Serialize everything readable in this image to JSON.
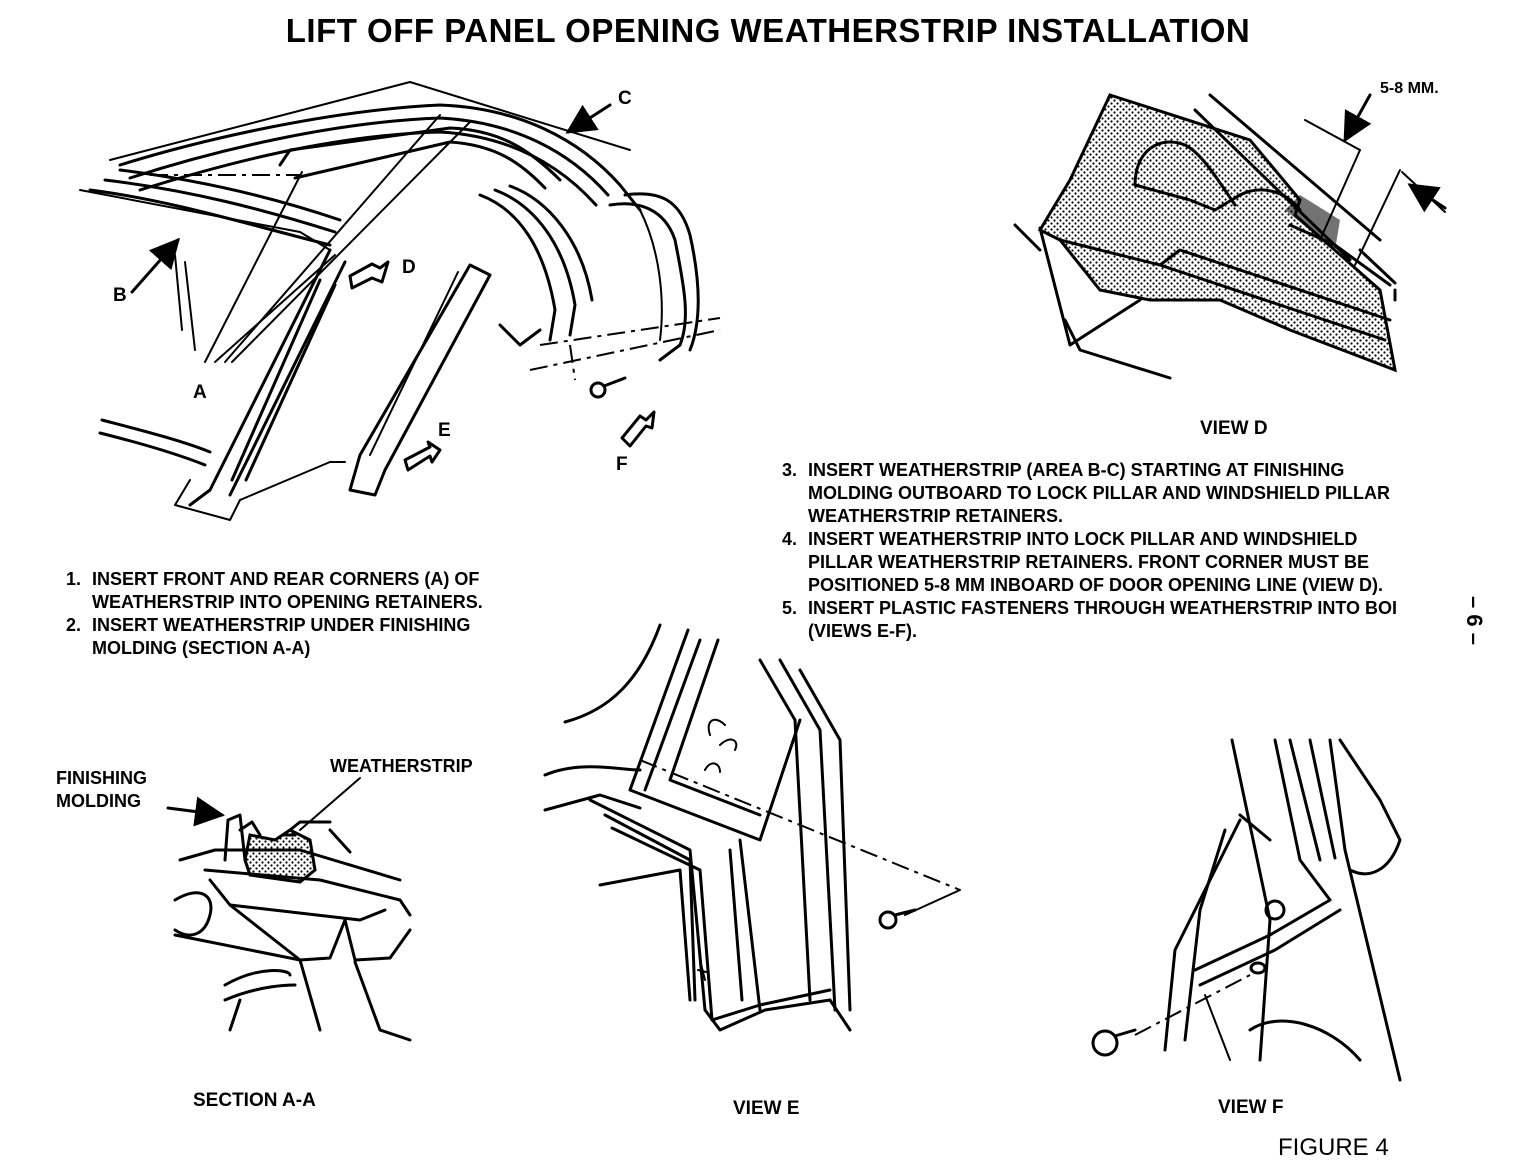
{
  "title": "LIFT OFF PANEL OPENING WEATHERSTRIP INSTALLATION",
  "labels": {
    "a": "A",
    "b": "B",
    "c": "C",
    "d": "D",
    "e": "E",
    "f": "F",
    "mm": "5-8 mm.",
    "finishing_1": "FINISHING",
    "finishing_2": "MOLDING",
    "weatherstrip": "WEATHERSTRIP"
  },
  "captions": {
    "view_d": "VIEW D",
    "section_aa": "SECTION A-A",
    "view_e": "VIEW E",
    "view_f": "VIEW F",
    "figure": "FIGURE 4"
  },
  "steps_left": [
    {
      "num": "1.",
      "l1": "INSERT FRONT AND REAR CORNERS (A) OF",
      "l2": "WEATHERSTRIP INTO OPENING RETAINERS."
    },
    {
      "num": "2.",
      "l1": "INSERT WEATHERSTRIP UNDER FINISHING",
      "l2": "MOLDING (SECTION A-A)"
    }
  ],
  "steps_right": [
    {
      "num": "3.",
      "l1": "INSERT WEATHERSTRIP (AREA B-C) STARTING AT FINISHING",
      "l2": "MOLDING OUTBOARD TO LOCK PILLAR AND WINDSHIELD PILLAR",
      "l3": "WEATHERSTRIP RETAINERS."
    },
    {
      "num": "4.",
      "l1": "INSERT WEATHERSTRIP INTO LOCK PILLAR AND WINDSHIELD",
      "l2": "PILLAR WEATHERSTRIP RETAINERS. FRONT CORNER MUST BE",
      "l3": "POSITIONED 5-8 MM INBOARD OF DOOR OPENING LINE (VIEW D)."
    },
    {
      "num": "5.",
      "l1": "INSERT PLASTIC FASTENERS THROUGH WEATHERSTRIP INTO BOI",
      "l2": "(VIEWS E-F)."
    }
  ],
  "page_number": "– 6 –"
}
